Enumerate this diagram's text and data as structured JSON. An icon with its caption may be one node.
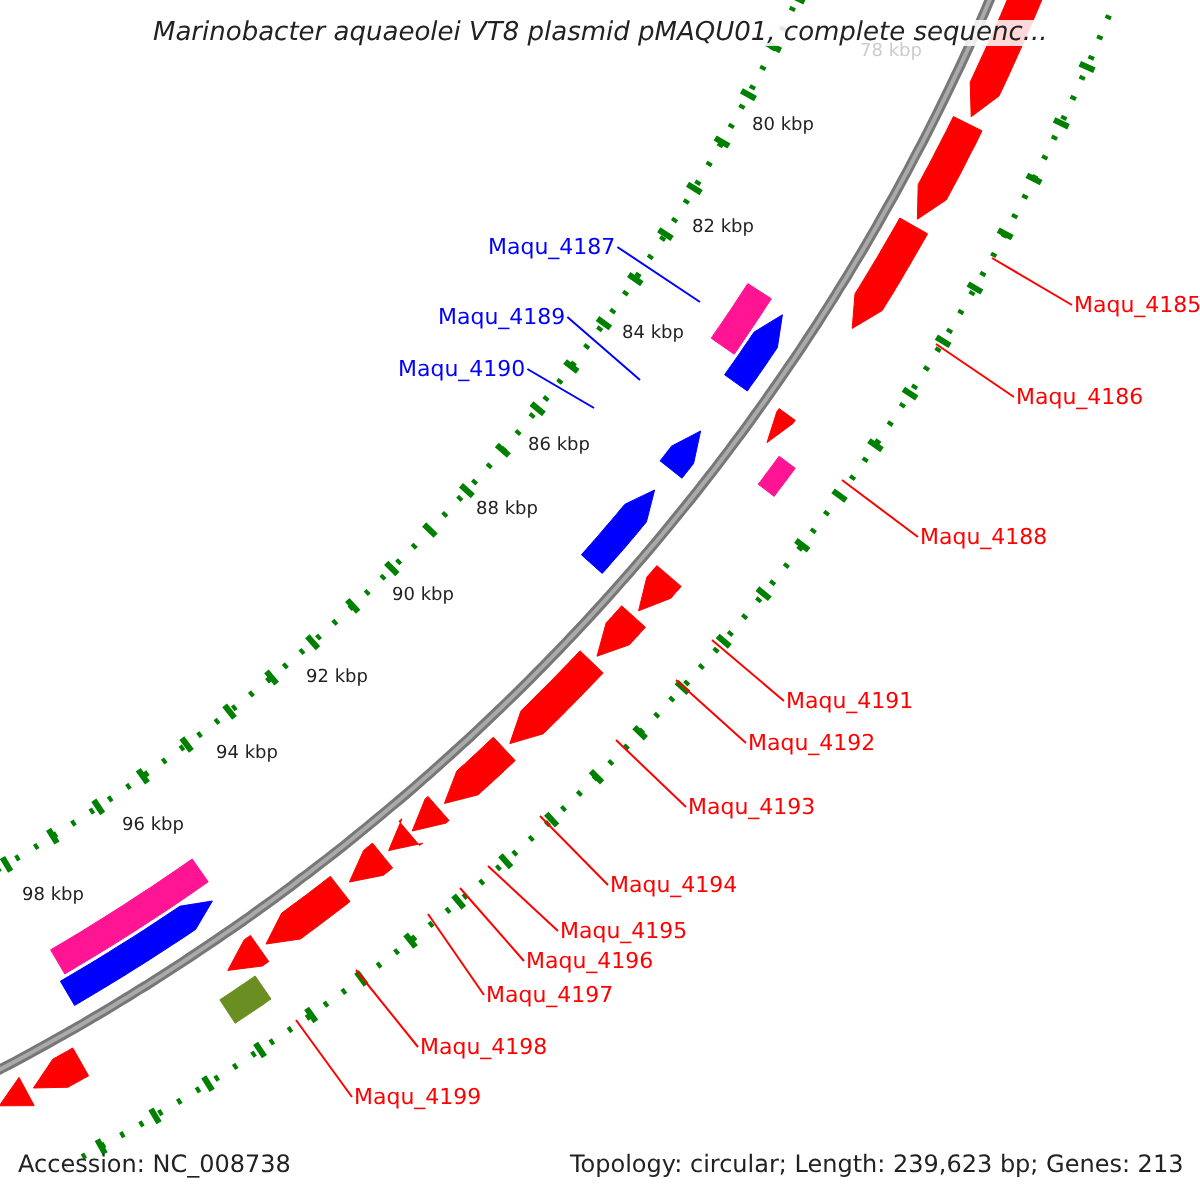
{
  "diagram": {
    "title": "Marinobacter aquaeolei VT8 plasmid pMAQU01, complete sequenc...",
    "nodes": [
      {
        "text": [
          "Maqu_4187"
        ]
      },
      {
        "text": [
          "Maqu_4185"
        ]
      },
      {
        "text": [
          "Maqu_4189"
        ]
      },
      {
        "text": [
          "Maqu_4190"
        ]
      },
      {
        "text": [
          "Maqu_4186"
        ]
      },
      {
        "text": [
          "Maqu_4188"
        ]
      },
      {
        "text": [
          "Maqu_4191"
        ]
      },
      {
        "text": [
          "Maqu_4192"
        ]
      },
      {
        "text": [
          "Maqu_4193"
        ]
      },
      {
        "text": [
          "Maqu_4194"
        ]
      },
      {
        "text": [
          "Maqu_4195"
        ]
      },
      {
        "text": [
          "Maqu_4196"
        ]
      },
      {
        "text": [
          "Maqu_4197"
        ]
      },
      {
        "text": [
          "Maqu_4198"
        ]
      },
      {
        "text": [
          "Maqu_4199"
        ]
      }
    ],
    "edges": [
      {
        "from": 0,
        "to": null,
        "arrow": "none",
        "color": "#0000ff"
      },
      {
        "from": 1,
        "to": null,
        "arrow": "none"
      },
      {
        "from": 2,
        "to": null,
        "arrow": "none",
        "color": "#0000ff"
      },
      {
        "from": 3,
        "to": null,
        "arrow": "none",
        "color": "#0000ff"
      },
      {
        "from": 4,
        "to": null,
        "arrow": "none"
      },
      {
        "from": 5,
        "to": null,
        "arrow": "none"
      },
      {
        "from": 6,
        "to": null,
        "arrow": "none"
      },
      {
        "from": 7,
        "to": null,
        "arrow": "none"
      },
      {
        "from": 8,
        "to": null,
        "arrow": "none"
      },
      {
        "from": 9,
        "to": null,
        "arrow": "none"
      },
      {
        "from": 10,
        "to": null,
        "arrow": "none"
      },
      {
        "from": 11,
        "to": null,
        "arrow": "none"
      },
      {
        "from": 12,
        "to": null,
        "arrow": "none"
      },
      {
        "from": 13,
        "to": null,
        "arrow": "none"
      },
      {
        "from": 14,
        "to": null,
        "arrow": "none"
      }
    ],
    "labels": [
      "78 kbp",
      "80 kbp",
      "82 kbp",
      "84 kbp",
      "86 kbp",
      "88 kbp",
      "90 kbp",
      "92 kbp",
      "94 kbp",
      "96 kbp",
      "98 kbp",
      "Accession: NC_008738",
      "Topology: circular; Length: 239,623 bp; Genes: 213"
    ]
  }
}
